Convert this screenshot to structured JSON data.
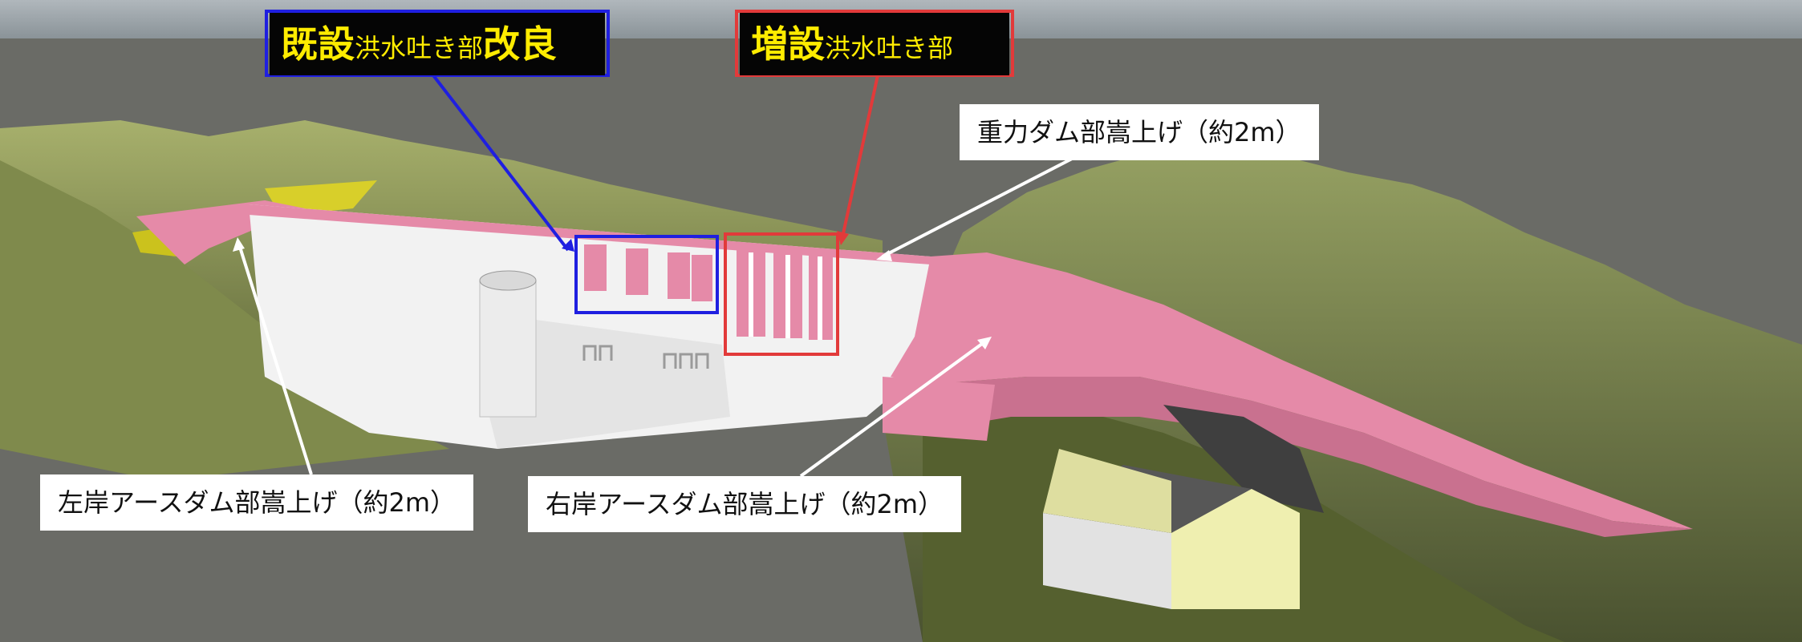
{
  "callouts": {
    "existing_spillway": {
      "part1": "既設",
      "part2": "洪水吐き部",
      "part3": "改良",
      "border_color": "#1f1fe0"
    },
    "new_spillway": {
      "part1": "増設",
      "part2": "洪水吐き部",
      "border_color": "#e23a3a"
    },
    "gravity_dam": "重力ダム部嵩上げ（約2m）",
    "left_earth_dam": "左岸アースダム部嵩上げ（約2m）",
    "right_earth_dam": "右岸アースダム部嵩上げ（約2m）"
  },
  "colors": {
    "raised_section": "#e58aa8",
    "terrain": "#8f9a5c",
    "concrete": "#f2f2f2",
    "sky": "#9aa2a8",
    "ground": "#6a6b66"
  }
}
